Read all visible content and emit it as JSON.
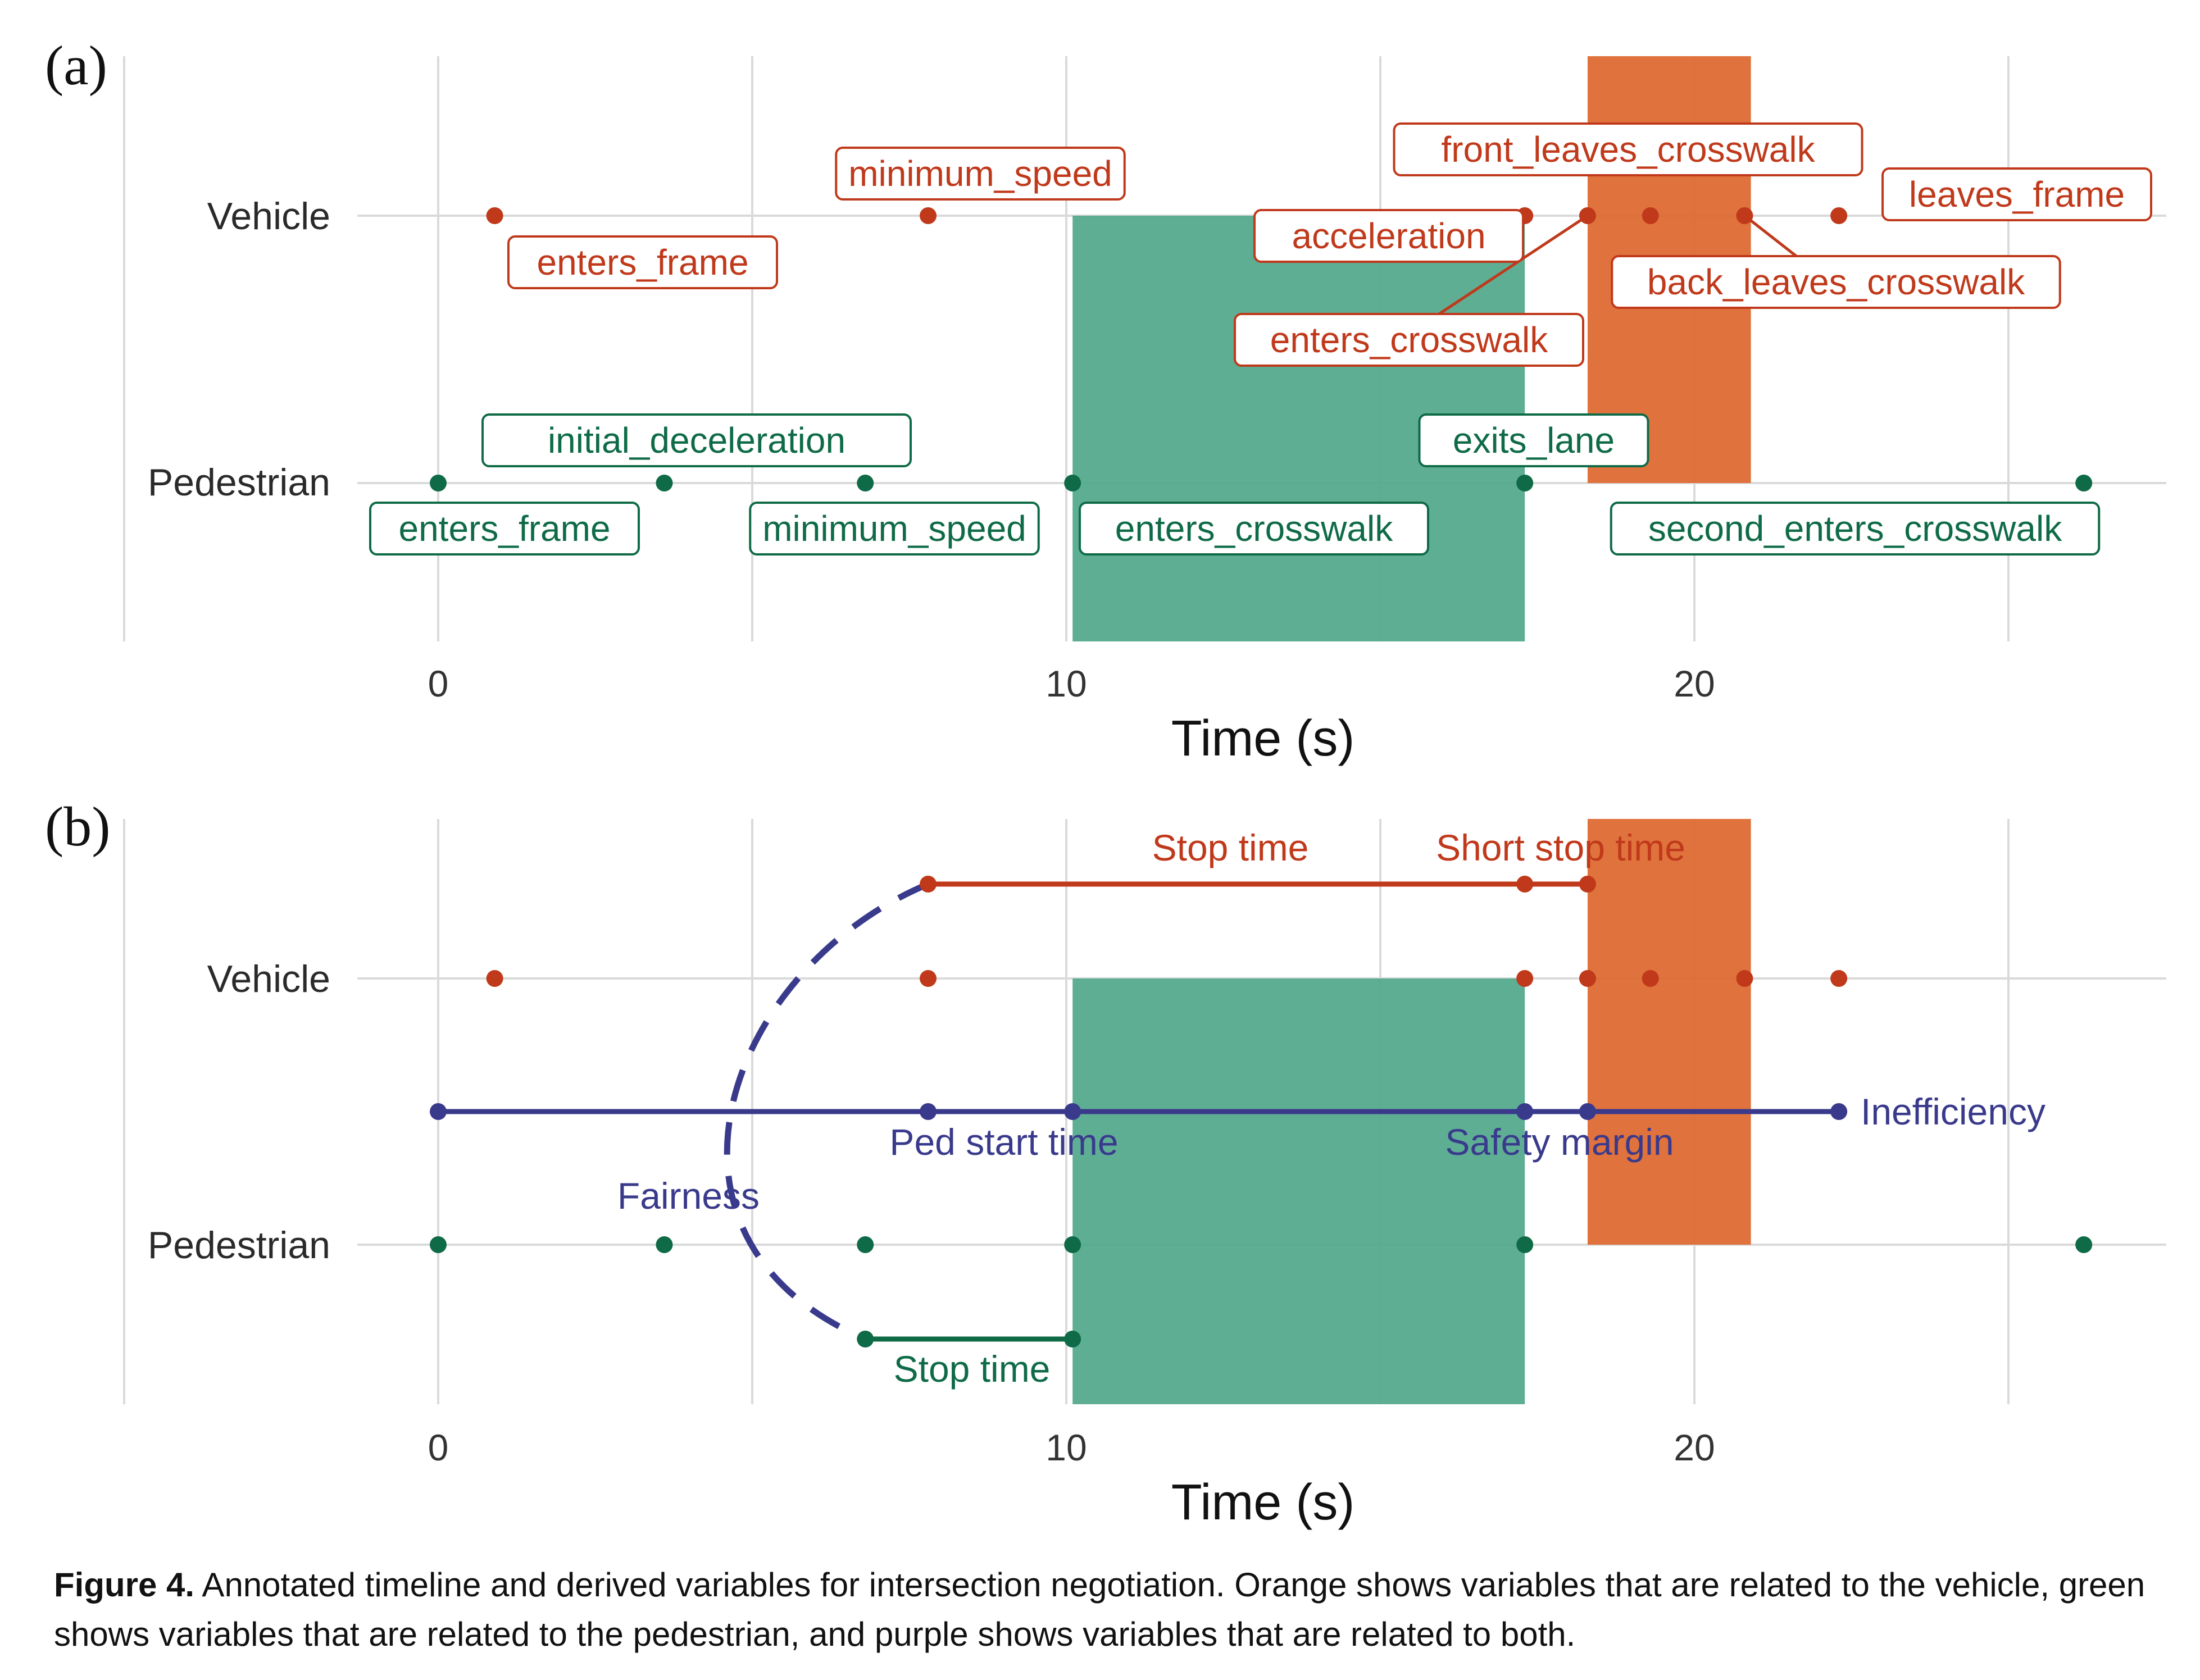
{
  "colors": {
    "vehicle": "#c0391b",
    "pedestrian": "#0f6b47",
    "both": "#3a3a8c",
    "vehicle_band": "#de6a33",
    "pedestrian_band": "#55aa8e"
  },
  "chart_data": [
    {
      "panel_label": "(a)",
      "type": "timeline",
      "xlabel": "Time (s)",
      "xlim": [
        -1.3,
        27.4
      ],
      "xticks": [
        0,
        10,
        20
      ],
      "grid": true,
      "rows": [
        "Vehicle",
        "Pedestrian"
      ],
      "bands": [
        {
          "series": "vehicle",
          "x0": 18.3,
          "x1": 20.9,
          "y_from": "top",
          "y_to": "Pedestrian"
        },
        {
          "series": "pedestrian",
          "x0": 10.1,
          "x1": 17.3,
          "y_from": "Vehicle",
          "y_to": "bottom"
        }
      ],
      "vehicle_events": [
        {
          "label": "enters_frame",
          "t": 0.9
        },
        {
          "label": "minimum_speed",
          "t": 7.8
        },
        {
          "label": "acceleration",
          "t": 17.3
        },
        {
          "label": "enters_crosswalk",
          "t": 18.3
        },
        {
          "label": "front_leaves_crosswalk",
          "t": 19.3
        },
        {
          "label": "back_leaves_crosswalk",
          "t": 20.8
        },
        {
          "label": "leaves_frame",
          "t": 22.3
        }
      ],
      "pedestrian_events": [
        {
          "label": "enters_frame",
          "t": 0.0
        },
        {
          "label": "initial_deceleration",
          "t": 3.6
        },
        {
          "label": "minimum_speed",
          "t": 6.8
        },
        {
          "label": "enters_crosswalk",
          "t": 10.1
        },
        {
          "label": "exits_lane",
          "t": 17.3
        },
        {
          "label": "second_enters_crosswalk",
          "t": 26.2
        }
      ]
    },
    {
      "panel_label": "(b)",
      "type": "timeline",
      "xlabel": "Time (s)",
      "xlim": [
        -1.3,
        27.4
      ],
      "xticks": [
        0,
        10,
        20
      ],
      "grid": true,
      "rows": [
        "Vehicle",
        "Pedestrian"
      ],
      "vehicle_points": [
        0.9,
        7.8,
        17.3,
        18.3,
        19.3,
        20.8,
        22.3
      ],
      "pedestrian_points": [
        0.0,
        3.6,
        6.8,
        10.1,
        17.3,
        26.2
      ],
      "derived": [
        {
          "label": "Stop time",
          "series": "vehicle",
          "from": 7.8,
          "to": 17.3
        },
        {
          "label": "Short stop time",
          "series": "vehicle",
          "from": 17.3,
          "to": 18.3
        },
        {
          "label": "Stop time",
          "series": "pedestrian",
          "from": 6.8,
          "to": 10.1
        },
        {
          "label": "Ped start time",
          "series": "both",
          "from": 0.0,
          "to": 10.1
        },
        {
          "label": "Safety margin",
          "series": "both",
          "from": 17.3,
          "to": 18.3
        },
        {
          "label": "Inefficiency",
          "series": "both",
          "from": 0.0,
          "to": 22.3
        },
        {
          "label": "Fairness",
          "series": "both",
          "type": "dashed-arc"
        }
      ],
      "both_line_points": [
        0.0,
        7.8,
        10.1,
        17.3,
        18.3,
        22.3
      ]
    }
  ],
  "caption": {
    "figure_label": "Figure 4.",
    "text": "Annotated timeline and derived variables for intersection negotiation. Orange shows variables that are related to the vehicle, green shows variables that are related to the pedestrian, and purple shows variables that are related to both."
  }
}
